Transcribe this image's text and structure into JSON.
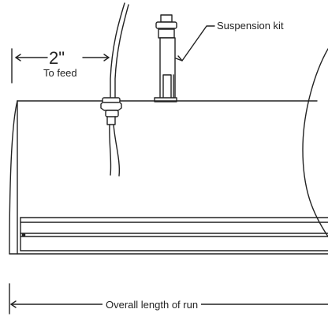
{
  "labels": {
    "dimension": "2\"",
    "to_feed": "To feed",
    "suspension_kit": "Suspension kit",
    "overall_length": "Overall length of run"
  },
  "colors": {
    "stroke": "#222222",
    "fill": "#ffffff"
  }
}
